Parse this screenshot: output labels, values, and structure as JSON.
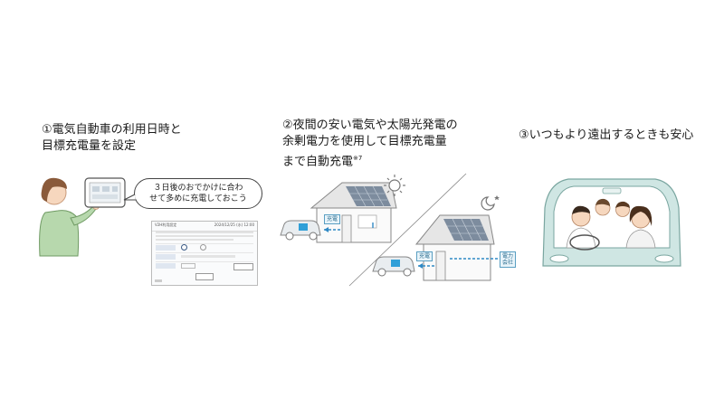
{
  "steps": [
    {
      "title_line1": "①電気自動車の利用日時と",
      "title_line2": "目標充電量を設定"
    },
    {
      "title_line1": "②夜間の安い電気や太陽光発電の",
      "title_line2": "余剰電力を使用して目標充電量",
      "title_line3": "まで自動充電",
      "note": "※7"
    },
    {
      "title_line1": "③いつもより遠出するときも安心"
    }
  ],
  "speech_bubble": {
    "line1": "３日後のおでかけに合わ",
    "line2": "せて多めに充電しておこう"
  },
  "screen": {
    "header_left": "V2H利用設定",
    "header_right": "2024/12/25 (水) 12:00"
  },
  "labels": {
    "charge": "充電",
    "grid_line1": "電力",
    "grid_line2": "会社"
  }
}
